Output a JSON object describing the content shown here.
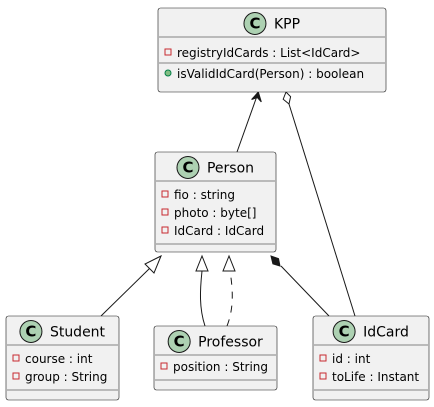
{
  "diagram": {
    "classes": [
      {
        "id": "kpp",
        "stereotype": "C",
        "name": "KPP",
        "fields": [
          {
            "visibility": "private",
            "text": "registryIdCards : List<IdCard>"
          }
        ],
        "methods": [
          {
            "visibility": "public",
            "text": "isValidIdCard(Person) : boolean"
          }
        ]
      },
      {
        "id": "person",
        "stereotype": "C",
        "name": "Person",
        "fields": [
          {
            "visibility": "private",
            "text": "fio : string"
          },
          {
            "visibility": "private",
            "text": "photo : byte[]"
          },
          {
            "visibility": "private",
            "text": "IdCard : IdCard"
          }
        ],
        "methods": []
      },
      {
        "id": "student",
        "stereotype": "C",
        "name": "Student",
        "fields": [
          {
            "visibility": "private",
            "text": "course : int"
          },
          {
            "visibility": "private",
            "text": "group : String"
          }
        ],
        "methods": []
      },
      {
        "id": "professor",
        "stereotype": "C",
        "name": "Professor",
        "fields": [
          {
            "visibility": "private",
            "text": "position : String"
          }
        ],
        "methods": []
      },
      {
        "id": "idcard",
        "stereotype": "C",
        "name": "IdCard",
        "fields": [
          {
            "visibility": "private",
            "text": "id : int"
          },
          {
            "visibility": "private",
            "text": "toLife : Instant"
          }
        ],
        "methods": []
      }
    ],
    "relations": [
      {
        "from": "person",
        "to": "kpp",
        "kind": "association-arrow"
      },
      {
        "from": "idcard",
        "to": "kpp",
        "kind": "aggregation"
      },
      {
        "from": "student",
        "to": "person",
        "kind": "inheritance"
      },
      {
        "from": "professor",
        "to": "person",
        "kind": "inheritance"
      },
      {
        "from": "professor",
        "to": "person",
        "kind": "realization"
      },
      {
        "from": "idcard",
        "to": "person",
        "kind": "composition"
      }
    ],
    "colors": {
      "class_fill": "#f1f1f1",
      "border": "#181818",
      "badge_fill": "#add1b2",
      "private_marker": "#c82930",
      "public_fill": "#84be84",
      "public_stroke": "#038048"
    }
  }
}
